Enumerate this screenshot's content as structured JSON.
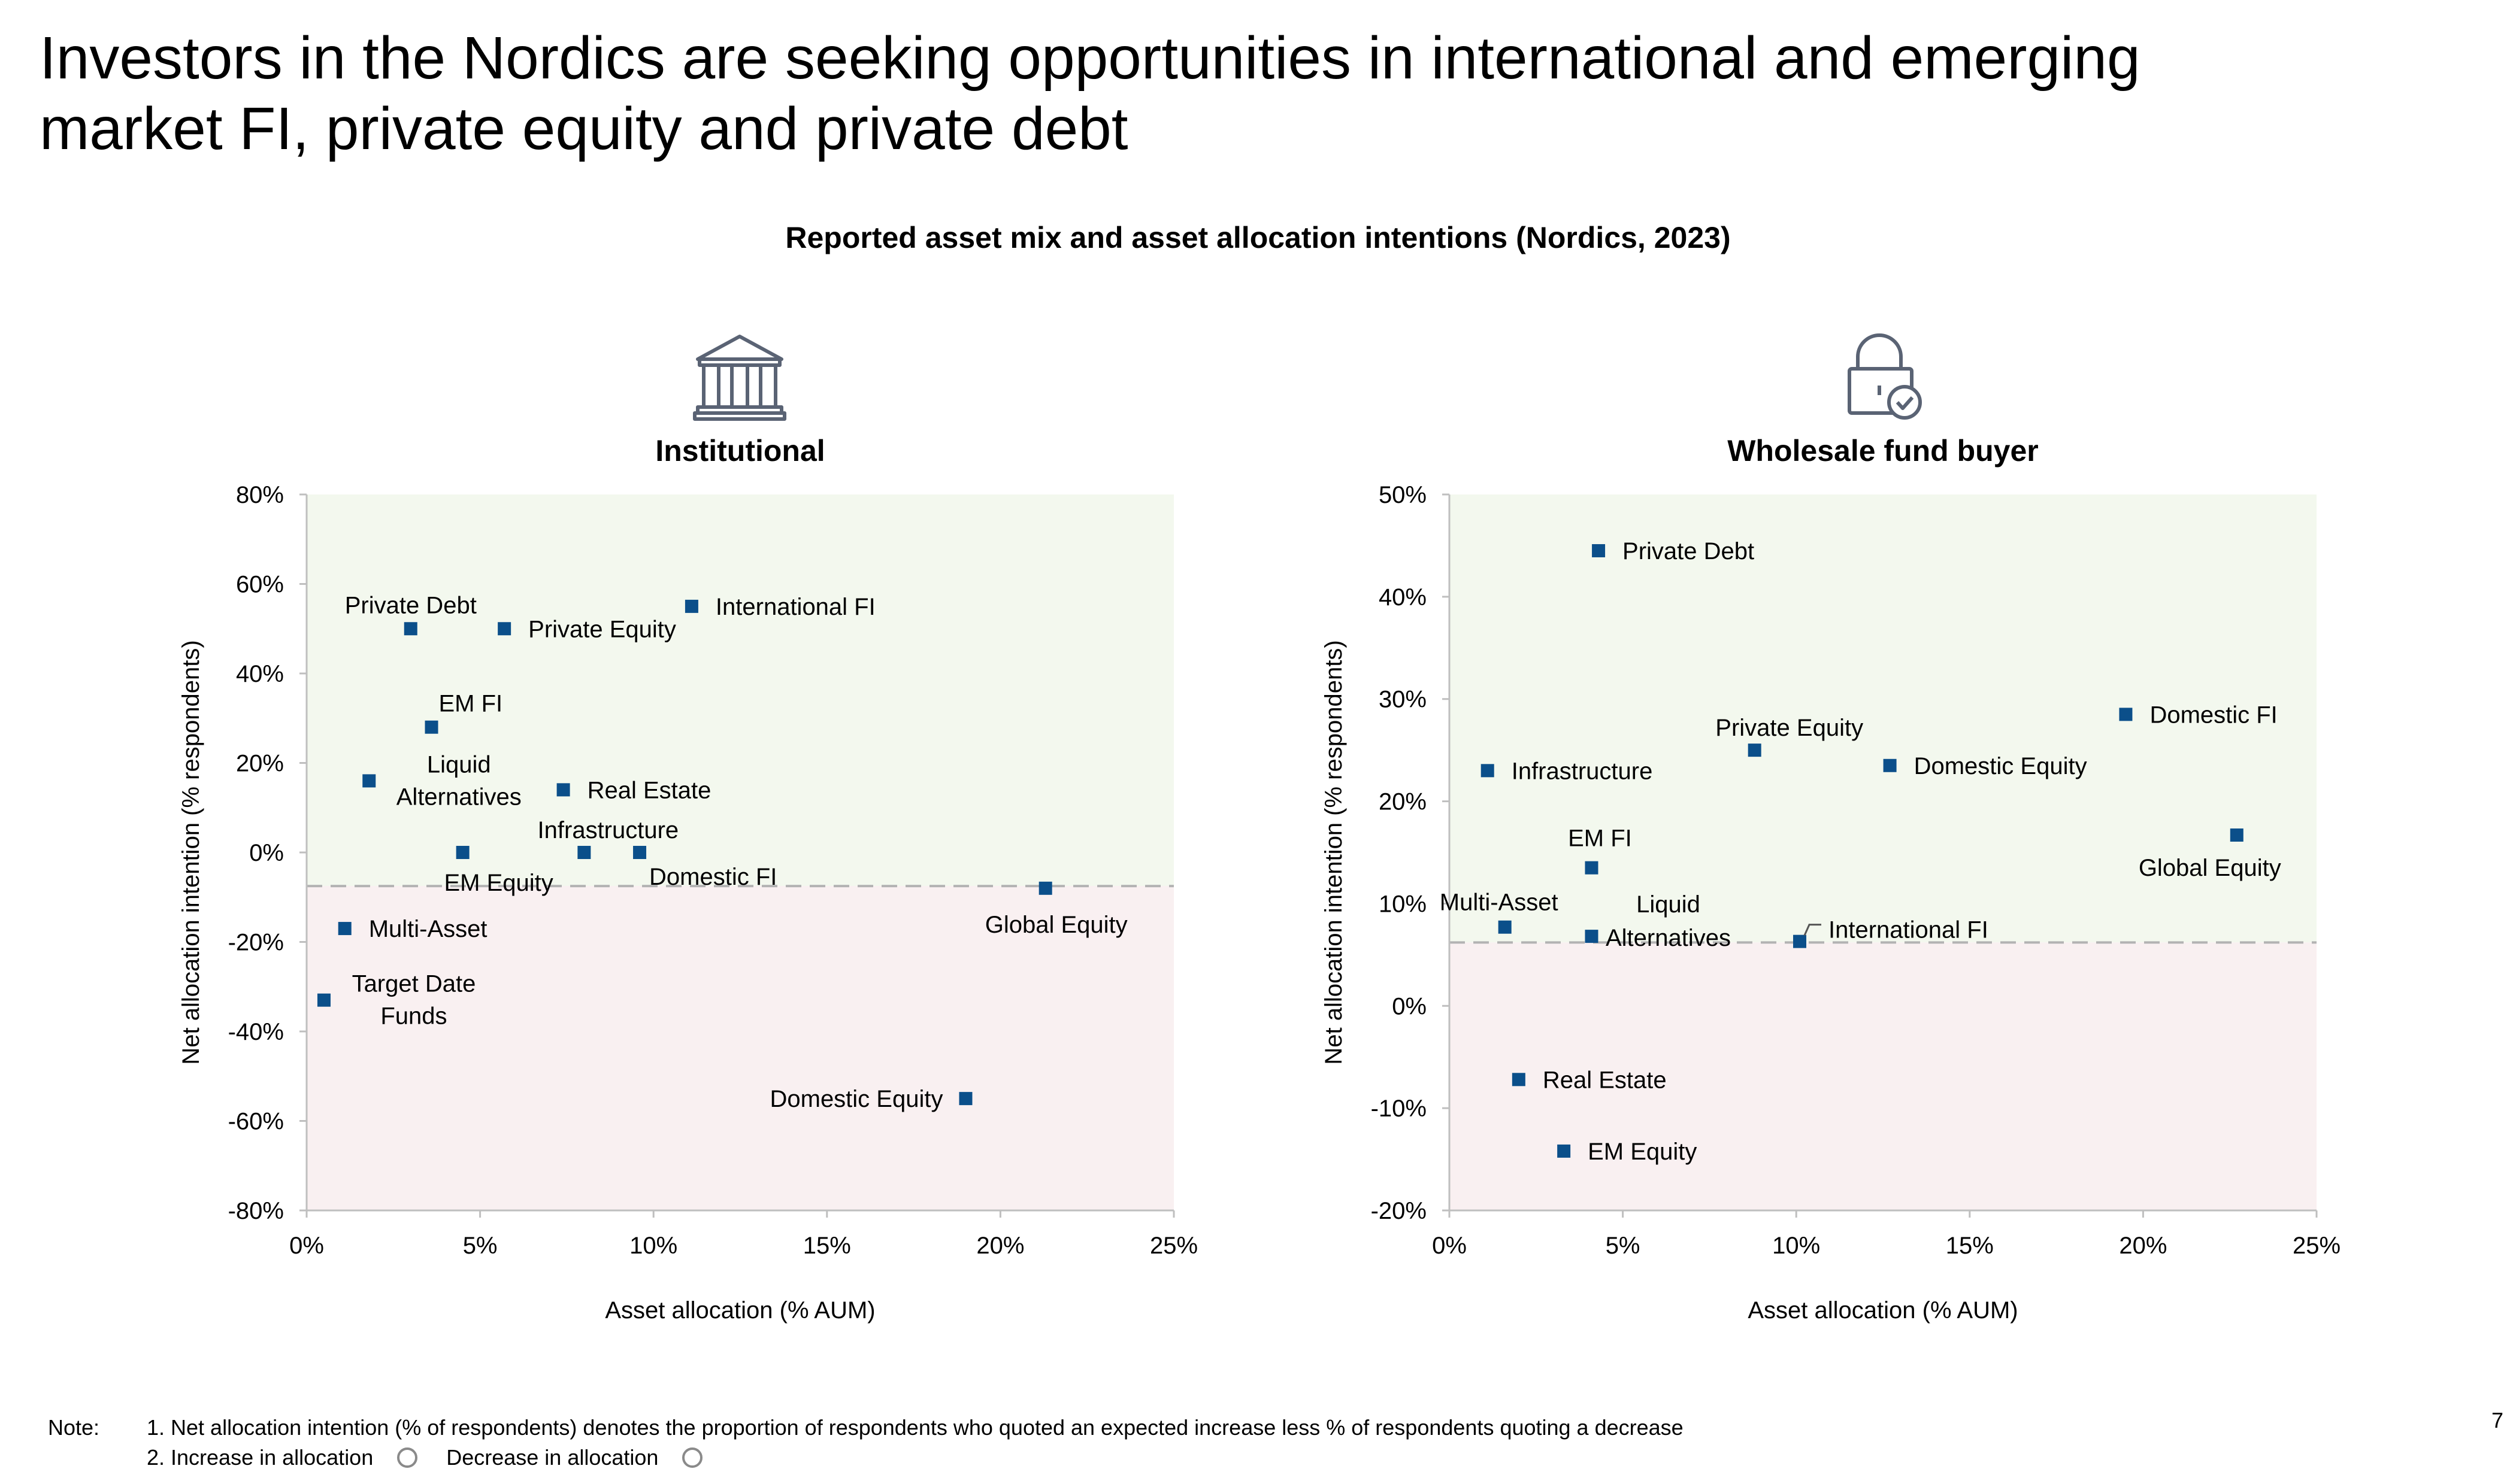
{
  "headline": "Investors in the Nordics are seeking opportunities in international and emerging market FI, private equity and private debt",
  "subtitle": "Reported asset mix and asset allocation intentions (Nordics, 2023)",
  "page_number": "7",
  "notes": {
    "label": "Note:",
    "line1": "1. Net allocation intention (% of respondents) denotes the proportion of respondents who quoted an expected increase less % of respondents quoting a decrease",
    "line2_prefix": "2. Increase in allocation",
    "line2_decrease": "Decrease in allocation"
  },
  "colors": {
    "marker": "#0b4f8a",
    "increase_region": "#f3f8ee",
    "decrease_region": "#f9f0f1",
    "threshold_line": "#b3b3b3",
    "axis": "#bfbfbf",
    "icon": "#5a6374"
  },
  "icons": [
    "bank-building-icon",
    "padlock-check-icon"
  ],
  "chart_data": [
    {
      "type": "scatter",
      "title": "Institutional",
      "xlabel": "Asset allocation (% AUM)",
      "ylabel": "Net allocation intention (% respondents)",
      "xlim": [
        0,
        25
      ],
      "ylim": [
        -80,
        80
      ],
      "xticks": [
        0,
        5,
        10,
        15,
        20,
        25
      ],
      "yticks": [
        -80,
        -60,
        -40,
        -20,
        0,
        20,
        40,
        60,
        80
      ],
      "x_tick_labels": [
        "0%",
        "5%",
        "10%",
        "15%",
        "20%",
        "25%"
      ],
      "y_tick_labels": [
        "-80%",
        "-60%",
        "-40%",
        "-20%",
        "0%",
        "20%",
        "40%",
        "60%",
        "80%"
      ],
      "threshold": -7.5,
      "points": [
        {
          "label": "Private Debt",
          "x": 3.0,
          "y": 50
        },
        {
          "label": "Private Equity",
          "x": 5.7,
          "y": 50
        },
        {
          "label": "International FI",
          "x": 11.1,
          "y": 55
        },
        {
          "label": "EM FI",
          "x": 3.6,
          "y": 28
        },
        {
          "label": "Liquid Alternatives",
          "x": 1.8,
          "y": 16
        },
        {
          "label": "Real Estate",
          "x": 7.4,
          "y": 14
        },
        {
          "label": "Infrastructure",
          "x": 8.0,
          "y": 0
        },
        {
          "label": "Domestic FI",
          "x": 9.6,
          "y": 0
        },
        {
          "label": "EM Equity",
          "x": 4.5,
          "y": 0
        },
        {
          "label": "Global Equity",
          "x": 21.3,
          "y": -8
        },
        {
          "label": "Multi-Asset",
          "x": 1.1,
          "y": -17
        },
        {
          "label": "Target Date Funds",
          "x": 0.5,
          "y": -33
        },
        {
          "label": "Domestic Equity",
          "x": 19.0,
          "y": -55
        }
      ]
    },
    {
      "type": "scatter",
      "title": "Wholesale fund buyer",
      "xlabel": "Asset allocation (% AUM)",
      "ylabel": "Net allocation intention (% respondents)",
      "xlim": [
        0,
        25
      ],
      "ylim": [
        -20,
        50
      ],
      "xticks": [
        0,
        5,
        10,
        15,
        20,
        25
      ],
      "yticks": [
        -20,
        -10,
        0,
        10,
        20,
        30,
        40,
        50
      ],
      "x_tick_labels": [
        "0%",
        "5%",
        "10%",
        "15%",
        "20%",
        "25%"
      ],
      "y_tick_labels": [
        "-20%",
        "-10%",
        "0%",
        "10%",
        "20%",
        "30%",
        "40%",
        "50%"
      ],
      "threshold": 6.2,
      "points": [
        {
          "label": "Private Debt",
          "x": 4.3,
          "y": 44.5
        },
        {
          "label": "Domestic FI",
          "x": 19.5,
          "y": 28.5
        },
        {
          "label": "Private Equity",
          "x": 8.8,
          "y": 25
        },
        {
          "label": "Domestic Equity",
          "x": 12.7,
          "y": 23.5
        },
        {
          "label": "Infrastructure",
          "x": 1.1,
          "y": 23
        },
        {
          "label": "Global Equity",
          "x": 22.7,
          "y": 16.7
        },
        {
          "label": "EM FI",
          "x": 4.1,
          "y": 13.5
        },
        {
          "label": "Multi-Asset",
          "x": 1.6,
          "y": 7.7
        },
        {
          "label": "Liquid Alternatives",
          "x": 4.1,
          "y": 6.8
        },
        {
          "label": "International FI",
          "x": 10.1,
          "y": 6.3
        },
        {
          "label": "Real Estate",
          "x": 2.0,
          "y": -7.2
        },
        {
          "label": "EM Equity",
          "x": 3.3,
          "y": -14.2
        }
      ]
    }
  ]
}
